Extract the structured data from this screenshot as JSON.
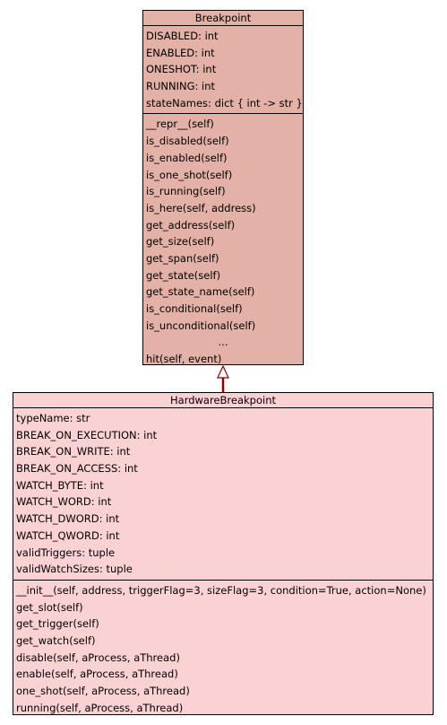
{
  "breakpoint": {
    "title": "Breakpoint",
    "attributes": [
      "DISABLED: int",
      "ENABLED: int",
      "ONESHOT: int",
      "RUNNING: int",
      "stateNames: dict { int -> str }"
    ],
    "methods": [
      "__repr__(self)",
      "is_disabled(self)",
      "is_enabled(self)",
      "is_one_shot(self)",
      "is_running(self)",
      "is_here(self, address)",
      "get_address(self)",
      "get_size(self)",
      "get_span(self)",
      "get_state(self)",
      "get_state_name(self)",
      "is_conditional(self)",
      "is_unconditional(self)",
      "...",
      "hit(self, event)"
    ]
  },
  "hardware_breakpoint": {
    "title": "HardwareBreakpoint",
    "attributes": [
      "typeName: str",
      "BREAK_ON_EXECUTION: int",
      "BREAK_ON_WRITE: int",
      "BREAK_ON_ACCESS: int",
      "WATCH_BYTE: int",
      "WATCH_WORD: int",
      "WATCH_DWORD: int",
      "WATCH_QWORD: int",
      "validTriggers: tuple",
      "validWatchSizes: tuple"
    ],
    "methods": [
      "__init__(self, address, triggerFlag=3, sizeFlag=3, condition=True, action=None)",
      "get_slot(self)",
      "get_trigger(self)",
      "get_watch(self)",
      "disable(self, aProcess, aThread)",
      "enable(self, aProcess, aThread)",
      "one_shot(self, aProcess, aThread)",
      "running(self, aProcess, aThread)"
    ]
  },
  "colors": {
    "breakpoint_fill": "#e3b1a5",
    "hardware_breakpoint_fill": "#fbd2d4",
    "inheritance_arrow": "#8b0000"
  }
}
